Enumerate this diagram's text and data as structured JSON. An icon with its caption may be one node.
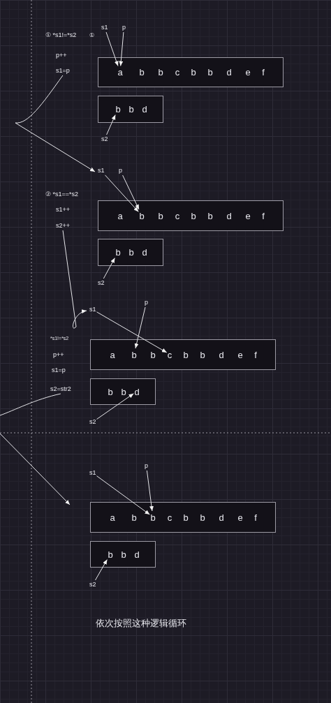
{
  "diagram": {
    "nodes": [
      {
        "text": [
          "s1"
        ]
      },
      {
        "text": [
          "p"
        ]
      },
      {
        "text": [
          "s1=p"
        ]
      },
      {
        "text": [],
        "shape": "box"
      },
      {
        "text": [
          "a"
        ],
        "in": 3
      },
      {
        "text": [
          "b"
        ],
        "in": 3
      },
      {
        "text": [
          "b"
        ],
        "in": 3
      },
      {
        "text": [
          "c"
        ],
        "in": 3
      },
      {
        "text": [
          "b"
        ],
        "in": 3
      },
      {
        "text": [
          "b"
        ],
        "in": 3
      },
      {
        "text": [
          "d"
        ],
        "in": 3
      },
      {
        "text": [
          "e"
        ],
        "in": 3
      },
      {
        "text": [
          "f"
        ],
        "in": 3
      },
      {
        "text": [],
        "shape": "box"
      },
      {
        "text": [
          "b"
        ],
        "in": 13
      },
      {
        "text": [
          "b"
        ],
        "in": 13
      },
      {
        "text": [
          "d"
        ],
        "in": 13
      },
      {
        "text": [
          "s2"
        ]
      },
      {
        "text": [
          "s1"
        ]
      },
      {
        "text": [
          "p"
        ]
      },
      {
        "text": [
          "s2++"
        ]
      },
      {
        "text": [],
        "shape": "box"
      },
      {
        "text": [
          "a"
        ],
        "in": 21
      },
      {
        "text": [
          "b"
        ],
        "in": 21
      },
      {
        "text": [
          "b"
        ],
        "in": 21
      },
      {
        "text": [
          "c"
        ],
        "in": 21
      },
      {
        "text": [
          "b"
        ],
        "in": 21
      },
      {
        "text": [
          "b"
        ],
        "in": 21
      },
      {
        "text": [
          "d"
        ],
        "in": 21
      },
      {
        "text": [
          "e"
        ],
        "in": 21
      },
      {
        "text": [
          "f"
        ],
        "in": 21
      },
      {
        "text": [],
        "shape": "box"
      },
      {
        "text": [
          "b"
        ],
        "in": 31
      },
      {
        "text": [
          "b"
        ],
        "in": 31
      },
      {
        "text": [
          "d"
        ],
        "in": 31
      },
      {
        "text": [
          "s2"
        ]
      },
      {
        "text": [
          "s1"
        ]
      },
      {
        "text": [
          "p"
        ]
      },
      {
        "text": [
          "s2=str2"
        ]
      },
      {
        "text": [],
        "shape": "box"
      },
      {
        "text": [
          "a"
        ],
        "in": 39
      },
      {
        "text": [
          "b"
        ],
        "in": 39
      },
      {
        "text": [
          "b"
        ],
        "in": 39
      },
      {
        "text": [
          "c"
        ],
        "in": 39
      },
      {
        "text": [
          "b"
        ],
        "in": 39
      },
      {
        "text": [
          "b"
        ],
        "in": 39
      },
      {
        "text": [
          "d"
        ],
        "in": 39
      },
      {
        "text": [
          "e"
        ],
        "in": 39
      },
      {
        "text": [
          "f"
        ],
        "in": 39
      },
      {
        "text": [],
        "shape": "box"
      },
      {
        "text": [
          "b"
        ],
        "in": 49
      },
      {
        "text": [
          "b"
        ],
        "in": 49
      },
      {
        "text": [
          "d"
        ],
        "in": 49
      },
      {
        "text": [
          "s2"
        ]
      },
      {
        "text": [
          "s1"
        ]
      },
      {
        "text": [
          "p"
        ]
      },
      {
        "text": [],
        "shape": "box"
      },
      {
        "text": [
          "a"
        ],
        "in": 56
      },
      {
        "text": [
          "b"
        ],
        "in": 56
      },
      {
        "text": [
          "b"
        ],
        "in": 56
      },
      {
        "text": [
          "c"
        ],
        "in": 56
      },
      {
        "text": [
          "b"
        ],
        "in": 56
      },
      {
        "text": [
          "b"
        ],
        "in": 56
      },
      {
        "text": [
          "d"
        ],
        "in": 56
      },
      {
        "text": [
          "e"
        ],
        "in": 56
      },
      {
        "text": [
          "f"
        ],
        "in": 56
      },
      {
        "text": [],
        "shape": "box"
      },
      {
        "text": [
          "b"
        ],
        "in": 66
      },
      {
        "text": [
          "b"
        ],
        "in": 66
      },
      {
        "text": [
          "d"
        ],
        "in": 66
      },
      {
        "text": [
          "s2"
        ]
      }
    ],
    "edges": [
      {
        "from": 0,
        "to": 4,
        "arrow": "to"
      },
      {
        "from": 1,
        "to": 4,
        "arrow": "to"
      },
      {
        "from": 17,
        "to": 14,
        "arrow": "to"
      },
      {
        "from": 2,
        "to": 18,
        "arrow": "to"
      },
      {
        "from": 18,
        "to": 23,
        "arrow": "to"
      },
      {
        "from": 19,
        "to": 23,
        "arrow": "to"
      },
      {
        "from": 35,
        "to": 32,
        "arrow": "to"
      },
      {
        "from": 20,
        "to": 36,
        "arrow": "to"
      },
      {
        "from": 36,
        "to": 43,
        "arrow": "to"
      },
      {
        "from": 37,
        "to": 41,
        "arrow": "to"
      },
      {
        "from": 53,
        "to": 52,
        "arrow": "to"
      },
      {
        "from": 38,
        "to": null,
        "arrow": "to"
      },
      {
        "from": 54,
        "to": 59,
        "arrow": "to"
      },
      {
        "from": 55,
        "to": 59,
        "arrow": "to"
      },
      {
        "from": 70,
        "to": 67,
        "arrow": "to"
      }
    ],
    "labels": [
      "① *s1!=*s2",
      "①",
      "p++",
      "② *s1==*s2",
      "s1++",
      "*s1!=*s2",
      "p++",
      "s1=p",
      "依次按照这种逻辑循环"
    ]
  }
}
